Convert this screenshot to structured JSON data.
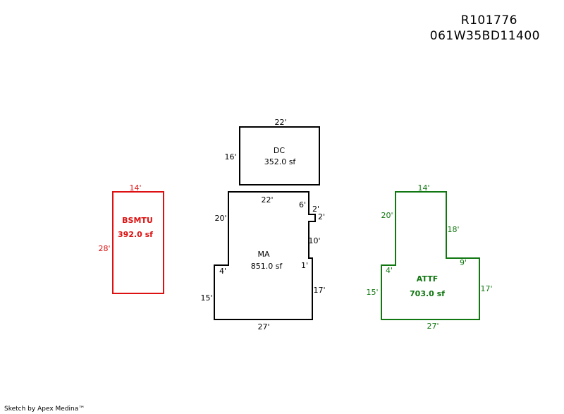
{
  "header": {
    "parcel_id": "R101776",
    "map_number": "061W35BD11400"
  },
  "colors": {
    "ma": "#000000",
    "dc": "#000000",
    "bsmtu": "#dd1111",
    "attf": "#117711"
  },
  "areas": {
    "dc": {
      "name": "DC",
      "area": "352.0 sf",
      "dims": {
        "top": "22'",
        "left": "16'"
      }
    },
    "bsmtu": {
      "name": "BSMTU",
      "area": "392.0 sf",
      "dims": {
        "top": "14'",
        "left": "28'"
      }
    },
    "ma": {
      "name": "MA",
      "area": "851.0 sf",
      "dims": {
        "top": "22'",
        "notch_top": "6'",
        "notch_side": "2'",
        "notch_right": "2'",
        "right_upper": "10'",
        "step": "1'",
        "right_lower": "17'",
        "bottom": "27'",
        "left_lower": "15'",
        "step_left": "4'",
        "left_upper": "20'"
      }
    },
    "attf": {
      "name": "ATTF",
      "area": "703.0 sf",
      "dims": {
        "top": "14'",
        "left_upper": "20'",
        "right_upper": "18'",
        "step_right": "9'",
        "right_lower": "17'",
        "bottom": "27'",
        "left_lower": "15'",
        "step_left": "4'"
      }
    }
  },
  "footer": {
    "credit": "Sketch by Apex Medina™"
  }
}
